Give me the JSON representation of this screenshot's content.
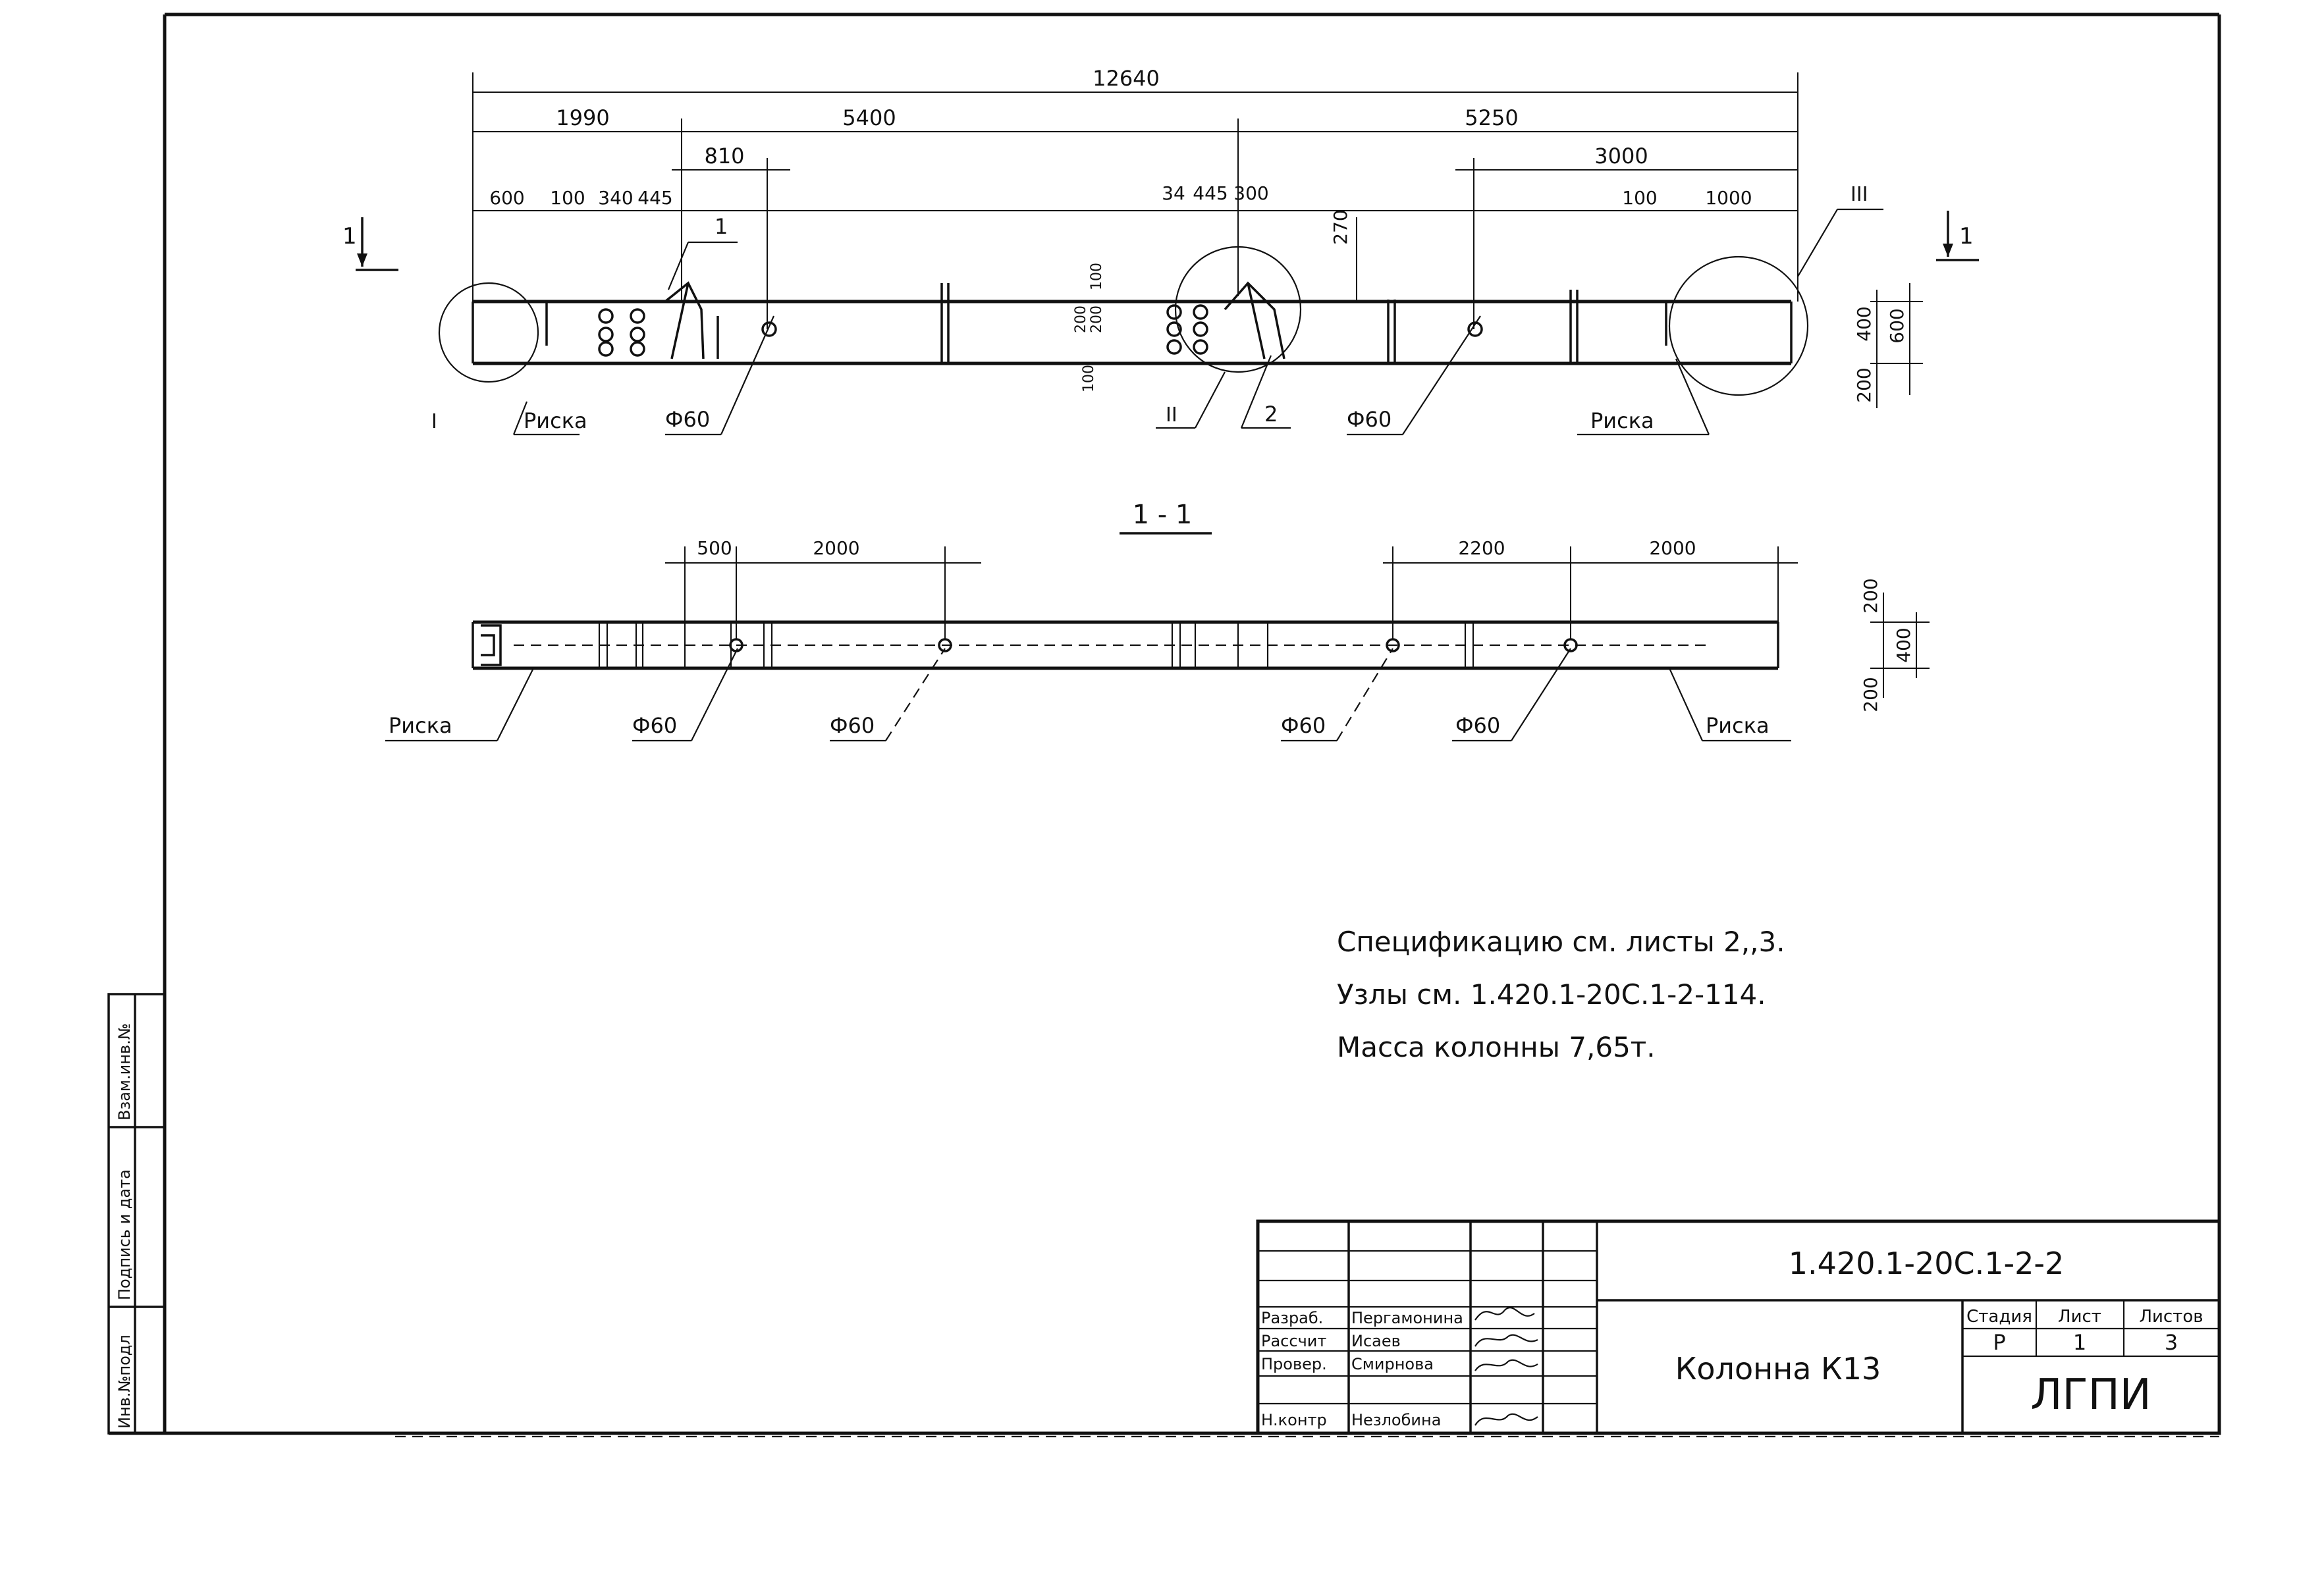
{
  "plan_view": {
    "dims_row1": [
      "12640"
    ],
    "dims_row2": [
      "1990",
      "5400",
      "5250"
    ],
    "dims_row3": [
      "810",
      "3000"
    ],
    "dims_row4": [
      "600",
      "100",
      "340",
      "445",
      "34",
      "445",
      "300",
      "100",
      "1000"
    ],
    "dim_270": "270",
    "dims_vertical_left": [
      "100",
      "200",
      "200",
      "100"
    ],
    "dims_right": [
      "400",
      "600",
      "200"
    ],
    "section_marks": [
      "1",
      "1"
    ],
    "leader_labels": [
      "1",
      "2"
    ],
    "node_marks": [
      "I",
      "II",
      "III"
    ],
    "riska": [
      "Риска",
      "Риска"
    ],
    "holes": [
      "Ф60",
      "Ф60"
    ]
  },
  "section_view": {
    "title": "1 - 1",
    "dims_top": [
      "500",
      "2000",
      "2200",
      "2000"
    ],
    "dims_right": [
      "200",
      "400",
      "200"
    ],
    "riska": [
      "Риска",
      "Риска"
    ],
    "holes": [
      "Ф60",
      "Ф60",
      "Ф60",
      "Ф60"
    ]
  },
  "notes": [
    "Спецификацию см. листы 2,,3.",
    "Узлы см. 1.420.1-20С.1-2-114.",
    "Масса колонны 7,65т."
  ],
  "side_stamp": [
    "Инв.№подл",
    "Подпись и дата",
    "Взам.инв.№"
  ],
  "title_block": {
    "code": "1.420.1-20С.1-2-2",
    "name": "Колонна К13",
    "org": "ЛГПИ",
    "stage_header": "Стадия",
    "sheet_header": "Лист",
    "sheets_header": "Листов",
    "stage": "Р",
    "sheet": "1",
    "sheets": "3",
    "roles": [
      "Разраб.",
      "Рассчит",
      "Провер.",
      "Н.контр"
    ],
    "names": [
      "Пергамонина",
      "Исаев",
      "Смирнова",
      "Незлобина"
    ]
  }
}
